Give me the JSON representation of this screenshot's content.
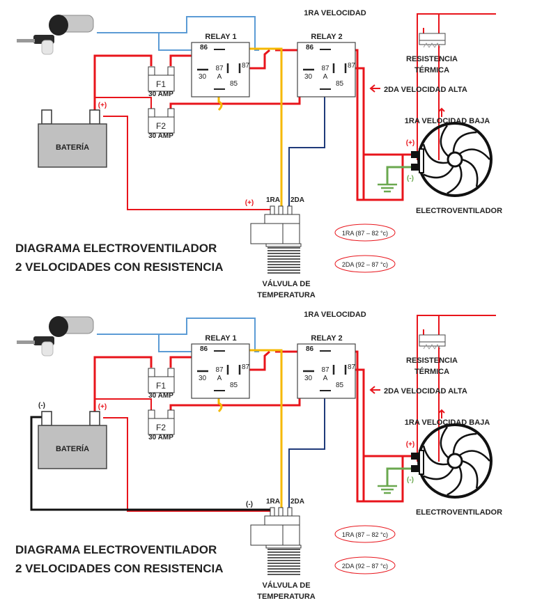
{
  "colors": {
    "power": "#e8141b",
    "ignition": "#5b9bd5",
    "relay1_trigger": "#f5b800",
    "relay2_trigger": "#1f3a7a",
    "ground": "#6aa84f",
    "battery_fill": "#c0c0c0"
  },
  "diagrams": [
    {
      "title_line1": "DIAGRAMA ELECTROVENTILADOR",
      "title_line2": "2 VELOCIDADES CON RESISTENCIA",
      "speed1_label": "1RA VELOCIDAD",
      "relay1": {
        "title": "RELAY 1",
        "pin86": "86",
        "pin30": "30",
        "pin87a_top": "87",
        "pin87a_bot": "A",
        "pin87": "87",
        "pin85": "85"
      },
      "relay2": {
        "title": "RELAY 2",
        "pin86": "86",
        "pin30": "30",
        "pin87a_top": "87",
        "pin87a_bot": "A",
        "pin87": "87",
        "pin85": "85"
      },
      "fuse1": {
        "name": "F1",
        "rating": "30 AMP"
      },
      "fuse2": {
        "name": "F2",
        "rating": "30 AMP"
      },
      "battery": {
        "label": "BATERÍA",
        "pos": "(+)",
        "neg": ""
      },
      "resistor_line1": "RESISTENCIA",
      "resistor_line2": "TÉRMICA",
      "speed2_high": "2DA VELOCIDAD ALTA",
      "speed1_low": "1RA VELOCIDAD BAJA",
      "fan": {
        "label": "ELECTROVENTILADOR",
        "pos": "(+)",
        "neg": "(-)"
      },
      "valve": {
        "line1": "VÁLVULA DE",
        "line2": "TEMPERATURA",
        "pin1": "1RA",
        "pin2": "2DA",
        "feed": "(+)"
      },
      "temps": [
        "1RA (87 – 82 °c)",
        "2DA (92 – 87 °c)"
      ]
    },
    {
      "title_line1": "DIAGRAMA ELECTROVENTILADOR",
      "title_line2": "2 VELOCIDADES CON RESISTENCIA",
      "speed1_label": "1RA VELOCIDAD",
      "relay1": {
        "title": "RELAY 1",
        "pin86": "86",
        "pin30": "30",
        "pin87a_top": "87",
        "pin87a_bot": "A",
        "pin87": "87",
        "pin85": "85"
      },
      "relay2": {
        "title": "RELAY 2",
        "pin86": "86",
        "pin30": "30",
        "pin87a_top": "87",
        "pin87a_bot": "A",
        "pin87": "87",
        "pin85": "85"
      },
      "fuse1": {
        "name": "F1",
        "rating": "30 AMP"
      },
      "fuse2": {
        "name": "F2",
        "rating": "30 AMP"
      },
      "battery": {
        "label": "BATERÍA",
        "pos": "(+)",
        "neg": "(-)"
      },
      "resistor_line1": "RESISTENCIA",
      "resistor_line2": "TÉRMICA",
      "speed2_high": "2DA VELOCIDAD ALTA",
      "speed1_low": "1RA VELOCIDAD BAJA",
      "fan": {
        "label": "ELECTROVENTILADOR",
        "pos": "(+)",
        "neg": "(-)"
      },
      "valve": {
        "line1": "VÁLVULA DE",
        "line2": "TEMPERATURA",
        "pin1": "1RA",
        "pin2": "2DA",
        "feed": "(-)"
      },
      "temps": [
        "1RA (87 – 82 °c)",
        "2DA (92 – 87 °c)"
      ]
    }
  ]
}
